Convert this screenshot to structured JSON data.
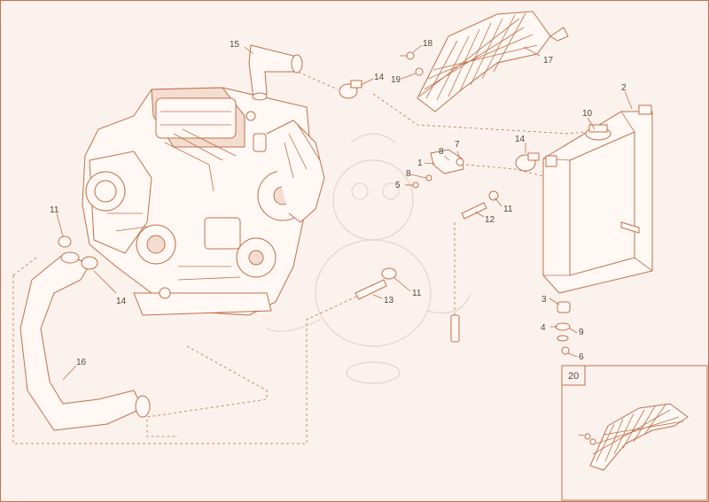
{
  "callouts": {
    "c1": "1",
    "c2": "2",
    "c3": "3",
    "c4": "4",
    "c5": "5",
    "c6": "6",
    "c7": "7",
    "c8a": "8",
    "c8b": "8",
    "c9": "9",
    "c10": "10",
    "c11a": "11",
    "c11b": "11",
    "c11c": "11",
    "c12": "12",
    "c13": "13",
    "c14a": "14",
    "c14b": "14",
    "c14c": "14",
    "c15": "15",
    "c16": "16",
    "c17": "17",
    "c18": "18",
    "c19": "19"
  },
  "inset": {
    "label": "20"
  },
  "colors": {
    "line": "#c0704a",
    "background": "#fbf2ed",
    "text": "#5a4438"
  },
  "icons": {
    "watermark": "mascot-watermark-icon"
  }
}
